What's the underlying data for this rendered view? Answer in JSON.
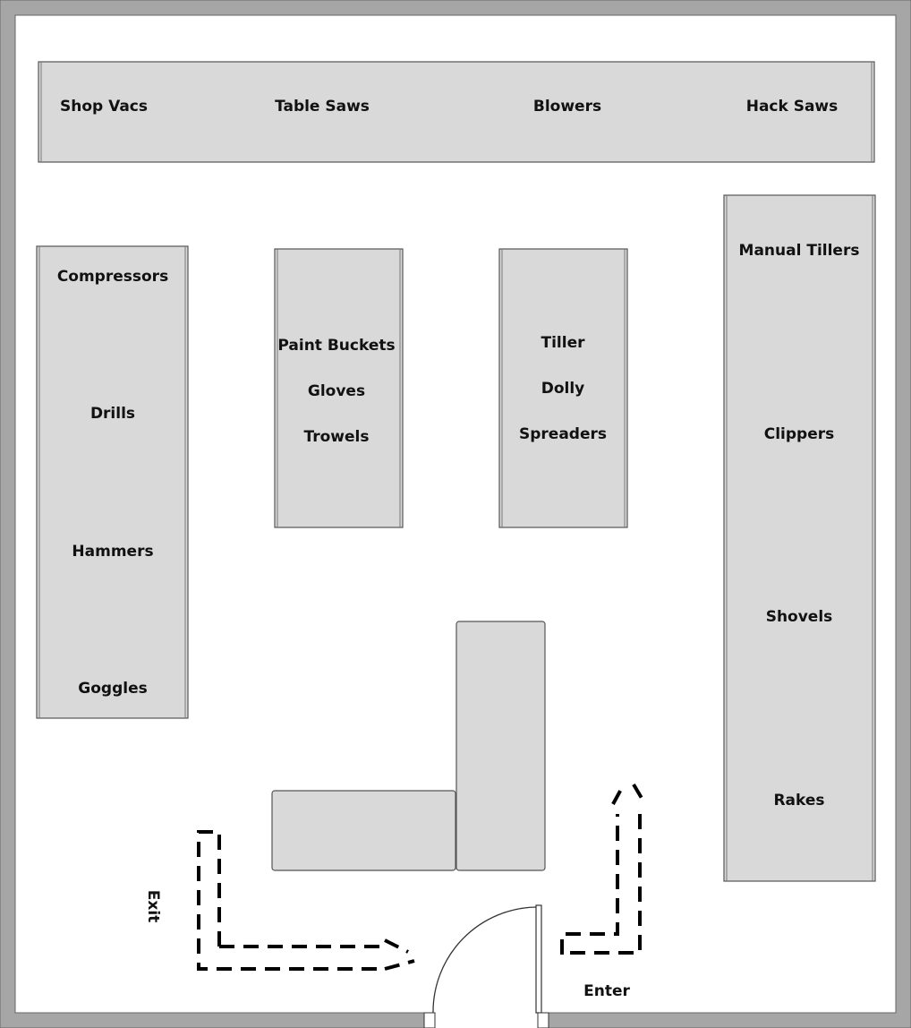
{
  "colors": {
    "wall": "#a6a6a6",
    "shelf_fill": "#d9d9d9",
    "shelf_stroke": "#555555",
    "text": "#111111",
    "path": "#000000"
  },
  "shelves": {
    "top": [
      "Shop Vacs",
      "Table Saws",
      "Blowers",
      "Hack Saws"
    ],
    "left": [
      "Compressors",
      "Drills",
      "Hammers",
      "Goggles"
    ],
    "center_left": [
      "Paint Buckets",
      "Gloves",
      "Trowels"
    ],
    "center_right": [
      "Tiller",
      "Dolly",
      "Spreaders"
    ],
    "right": [
      "Manual Tillers",
      "Clippers",
      "Shovels",
      "Rakes"
    ]
  },
  "labels": {
    "exit": "Exit",
    "enter": "Enter"
  }
}
